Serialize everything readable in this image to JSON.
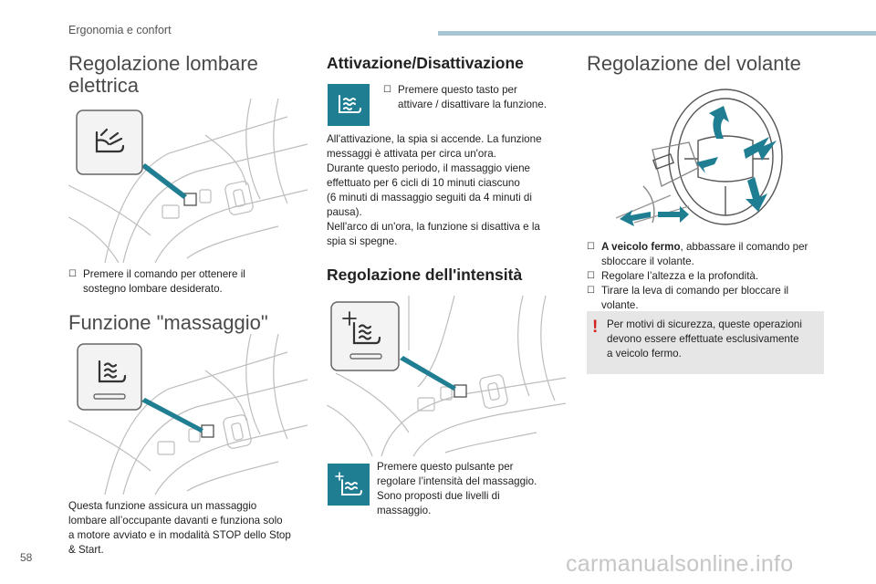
{
  "header": {
    "section_title": "Ergonomia e confort",
    "page_number": "58",
    "watermark": "carmanualsonline.info",
    "accent_color": "#a6c6d6"
  },
  "lumbar": {
    "title_line1": "Regolazione lombare",
    "title_line2": "elettrica",
    "bullet_line1": "Premere il comando per ottenere il",
    "bullet_line2": "sostegno lombare desiderato.",
    "icon": "lumbar-seat-icon"
  },
  "massage": {
    "title": "Funzione \"massaggio\"",
    "desc": [
      "Questa funzione assicura un massaggio",
      "lombare all’occupante davanti e funziona solo",
      "a motore avviato e in modalità STOP dello Stop",
      "& Start."
    ],
    "icon": "massage-seat-icon"
  },
  "activation": {
    "title": "Attivazione/Disattivazione",
    "bullet_line1": "Premere questo tasto per",
    "bullet_line2": "attivare / disattivare la funzione.",
    "desc": [
      "All'attivazione, la spia si accende. La funzione",
      "messaggi è attivata per circa un'ora.",
      "Durante questo periodo, il massaggio viene",
      "effettuato per 6 cicli di 10 minuti ciascuno",
      "(6 minuti di massaggio seguiti da 4 minuti di",
      "pausa).",
      "Nell'arco di un'ora, la funzione si disattiva e la",
      "spia si spegne."
    ],
    "icon": "massage-toggle-icon",
    "icon_color": "#1f7e92"
  },
  "intensity": {
    "title": "Regolazione dell'intensità",
    "desc": [
      "Premere questo pulsante per",
      "regolare l’intensità del massaggio.",
      "Sono proposti due livelli di",
      "massaggio."
    ],
    "icon": "massage-intensity-icon"
  },
  "steering": {
    "title": "Regolazione del volante",
    "items": [
      {
        "bold": "A veicolo fermo",
        "line1": ", abbassare il comando per",
        "line2": "sbloccare il volante."
      },
      {
        "bold": "",
        "line1": "Regolare l’altezza e la profondità.",
        "line2": ""
      },
      {
        "bold": "",
        "line1": "Tirare la leva di comando per bloccare il",
        "line2": "volante."
      }
    ],
    "warning": [
      "Per motivi di sicurezza, queste operazioni",
      "devono essere effettuate esclusivamente",
      "a veicolo fermo."
    ],
    "warning_color": "#d2231e",
    "arrow_color": "#1f7e92"
  }
}
